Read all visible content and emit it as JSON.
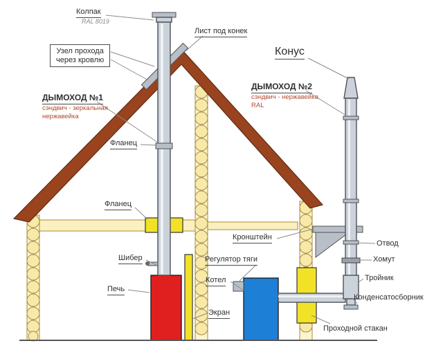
{
  "diagram": {
    "labels": {
      "cap": "Колпак",
      "cap_sub": "RAL 8019",
      "ridge_sheet": "Лист под конек",
      "roof_passage_1": "Узел прохода",
      "roof_passage_2": "через кровлю",
      "cone": "Конус",
      "chimney1_title": "ДЫМОХОД №1",
      "chimney1_sub1": "сэндвич - зеркальная",
      "chimney1_sub2": "нержавейка",
      "chimney2_title": "ДЫМОХОД №2",
      "chimney2_sub1": "сэндвич - нержавейка",
      "chimney2_sub2": "RAL",
      "flange_upper": "Фланец",
      "flange_lower": "Фланец",
      "damper": "Шибер",
      "stove": "Печь",
      "bracket": "Кронштейн",
      "draft_regulator": "Регулятор тяги",
      "boiler": "Котел",
      "screen": "Экран",
      "elbow": "Отвод",
      "clamp": "Хомут",
      "tee": "Тройник",
      "condensate": "Конденсатосборник",
      "wall_sleeve": "Проходной стакан"
    },
    "colors": {
      "roof_brown": "#9a441f",
      "roof_outline": "#5f2a10",
      "wall_yellow": "#f7e9a8",
      "wall_outline": "#a98a3e",
      "stove_red": "#e01f1f",
      "boiler_blue": "#1e7fd6",
      "element_yellow": "#f2e227",
      "pipe_gray": "#ccd2d9",
      "pipe_dark": "#4d5258",
      "metal_mid": "#b9bfc7",
      "leader_gray": "#8c8c8c",
      "text_dark": "#2e2e2e",
      "sub_red": "#b0492f"
    }
  }
}
